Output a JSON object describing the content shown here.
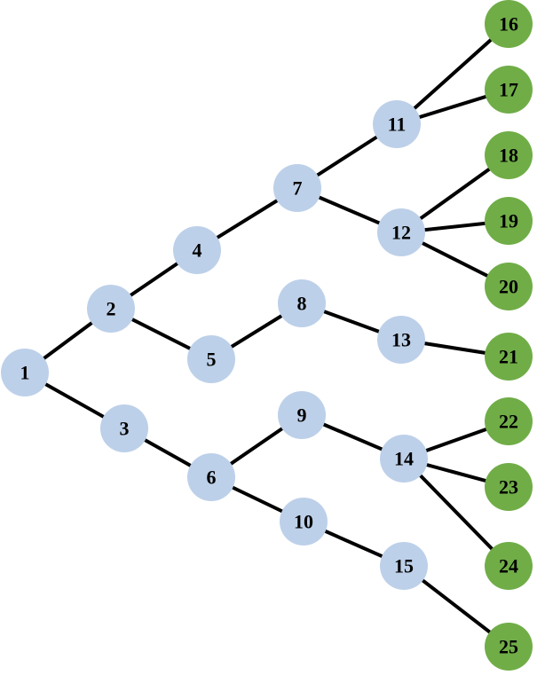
{
  "colors": {
    "internal_node": "#bdd0e9",
    "leaf_node": "#70ad47",
    "edge": "#000000"
  },
  "nodes": [
    {
      "id": "1",
      "label": "1",
      "type": "internal"
    },
    {
      "id": "2",
      "label": "2",
      "type": "internal"
    },
    {
      "id": "3",
      "label": "3",
      "type": "internal"
    },
    {
      "id": "4",
      "label": "4",
      "type": "internal"
    },
    {
      "id": "5",
      "label": "5",
      "type": "internal"
    },
    {
      "id": "6",
      "label": "6",
      "type": "internal"
    },
    {
      "id": "7",
      "label": "7",
      "type": "internal"
    },
    {
      "id": "8",
      "label": "8",
      "type": "internal"
    },
    {
      "id": "9",
      "label": "9",
      "type": "internal"
    },
    {
      "id": "10",
      "label": "10",
      "type": "internal"
    },
    {
      "id": "11",
      "label": "11",
      "type": "internal"
    },
    {
      "id": "12",
      "label": "12",
      "type": "internal"
    },
    {
      "id": "13",
      "label": "13",
      "type": "internal"
    },
    {
      "id": "14",
      "label": "14",
      "type": "internal"
    },
    {
      "id": "15",
      "label": "15",
      "type": "internal"
    },
    {
      "id": "16",
      "label": "16",
      "type": "leaf"
    },
    {
      "id": "17",
      "label": "17",
      "type": "leaf"
    },
    {
      "id": "18",
      "label": "18",
      "type": "leaf"
    },
    {
      "id": "19",
      "label": "19",
      "type": "leaf"
    },
    {
      "id": "20",
      "label": "20",
      "type": "leaf"
    },
    {
      "id": "21",
      "label": "21",
      "type": "leaf"
    },
    {
      "id": "22",
      "label": "22",
      "type": "leaf"
    },
    {
      "id": "23",
      "label": "23",
      "type": "leaf"
    },
    {
      "id": "24",
      "label": "24",
      "type": "leaf"
    },
    {
      "id": "25",
      "label": "25",
      "type": "leaf"
    }
  ],
  "edges": [
    [
      "1",
      "2"
    ],
    [
      "1",
      "3"
    ],
    [
      "2",
      "4"
    ],
    [
      "2",
      "5"
    ],
    [
      "3",
      "6"
    ],
    [
      "4",
      "7"
    ],
    [
      "5",
      "8"
    ],
    [
      "6",
      "9"
    ],
    [
      "6",
      "10"
    ],
    [
      "7",
      "11"
    ],
    [
      "7",
      "12"
    ],
    [
      "8",
      "13"
    ],
    [
      "9",
      "14"
    ],
    [
      "10",
      "15"
    ],
    [
      "11",
      "16"
    ],
    [
      "11",
      "17"
    ],
    [
      "12",
      "18"
    ],
    [
      "12",
      "19"
    ],
    [
      "12",
      "20"
    ],
    [
      "13",
      "21"
    ],
    [
      "14",
      "22"
    ],
    [
      "14",
      "23"
    ],
    [
      "14",
      "24"
    ],
    [
      "15",
      "25"
    ]
  ]
}
